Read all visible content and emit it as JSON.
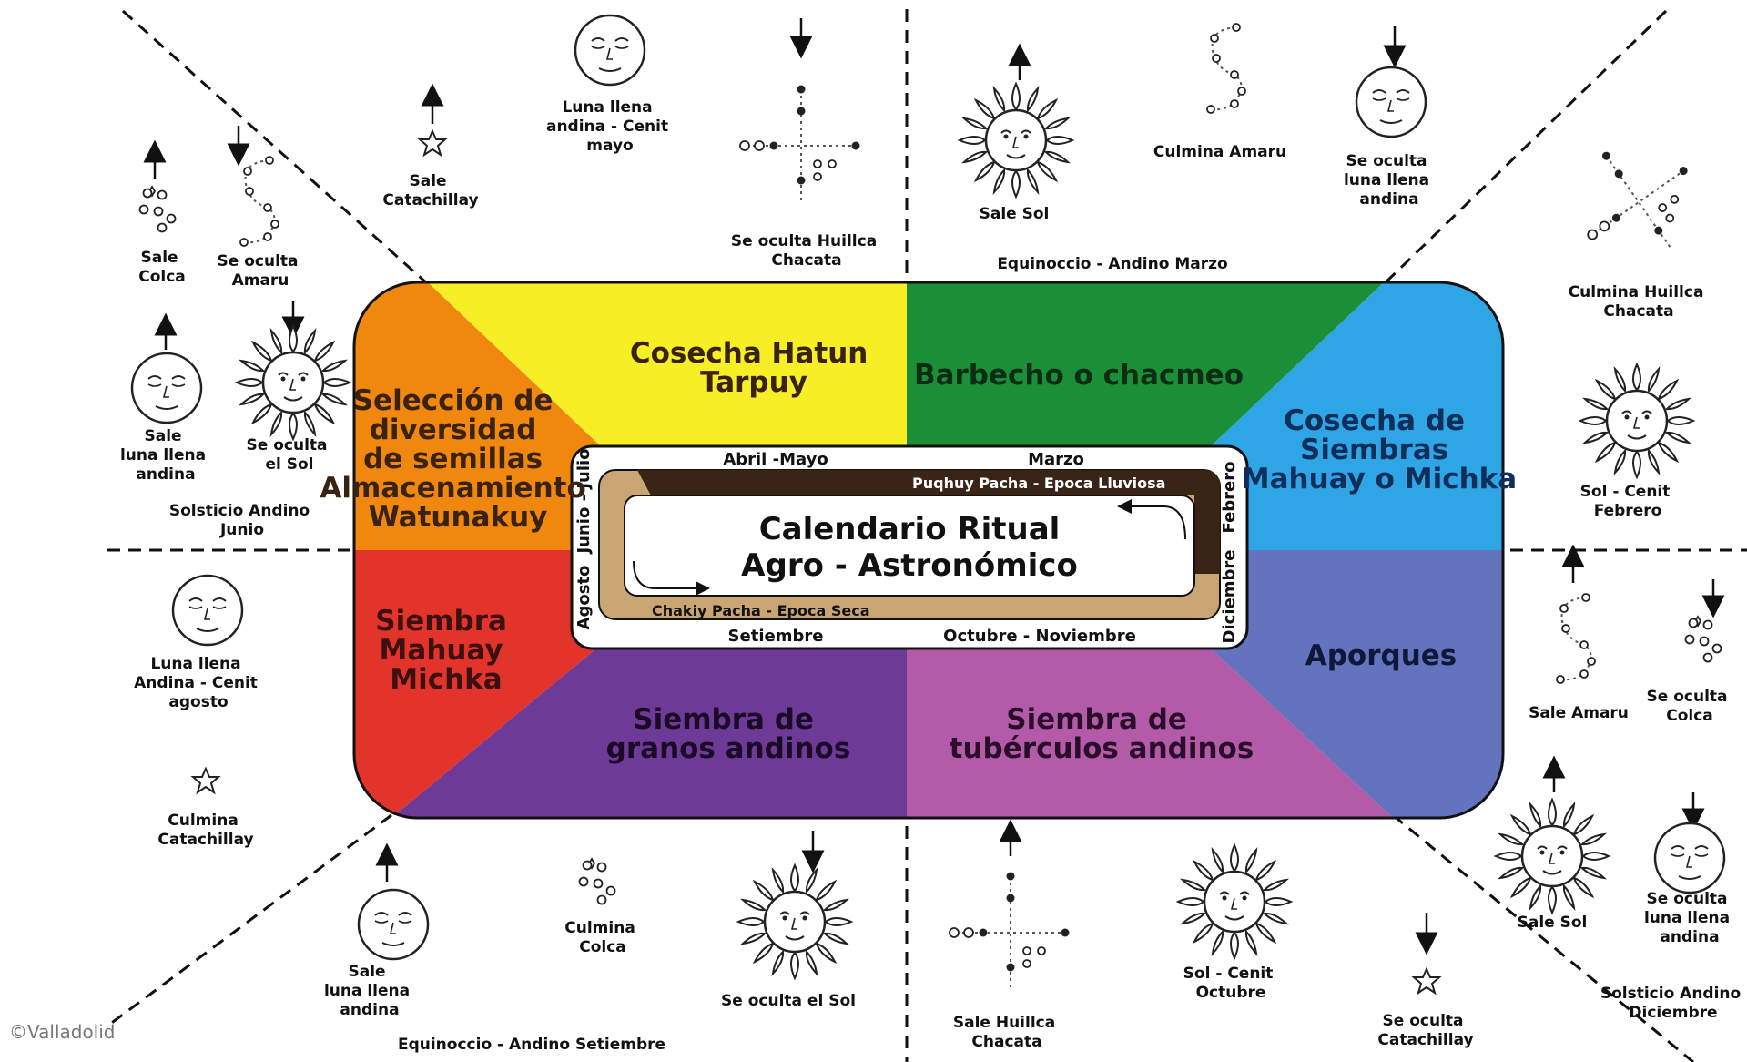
{
  "title_lines": [
    "Calendario Ritual",
    "Agro - Astronómico"
  ],
  "credit": "©Valladolid",
  "colors": {
    "orange": "#f0870f",
    "yellow": "#f7ee26",
    "green": "#1b8f38",
    "blue": "#2ea6e6",
    "red": "#e3342b",
    "purple": "#6e3a97",
    "magenta": "#b35aa8",
    "slate": "#6373bd",
    "rain_band": "#3a2416",
    "dry_band": "#c9a574"
  },
  "segments": {
    "orange": [
      "Selección de",
      "diversidad",
      "de semillas",
      "Almacenamiento",
      "Watunakuy"
    ],
    "yellow": [
      "Cosecha Hatun",
      "Tarpuy"
    ],
    "green": [
      "Barbecho o chacmeo"
    ],
    "blue": [
      "Cosecha de",
      "Siembras",
      "Mahuay o Michka"
    ],
    "red": [
      "Siembra",
      "Mahuay",
      "Michka"
    ],
    "purple": [
      "Siembra de",
      "granos andinos"
    ],
    "magenta": [
      "Siembra de",
      "tubérculos andinos"
    ],
    "slate": [
      "Aporques"
    ]
  },
  "months": {
    "top_left": "Abril -Mayo",
    "top_right": "Marzo",
    "bottom_left": "Setiembre",
    "bottom_right": "Octubre - Noviembre",
    "left_top": "Junio - Julio",
    "left_bottom": "Agosto",
    "right_top": "Febrero",
    "right_bottom": "Diciembre"
  },
  "bands": {
    "rain": "Puqhuy Pacha - Epoca Lluviosa",
    "dry": "Chakiy Pacha - Epoca Seca"
  },
  "annotations": {
    "luna_cenit_mayo": [
      "Luna llena",
      "andina - Cenit",
      "mayo"
    ],
    "sale_catachillay": [
      "Sale",
      "Catachillay"
    ],
    "oculta_huillca_top": [
      "Se oculta Huillca",
      "Chacata"
    ],
    "sale_sol_top": [
      "Sale Sol"
    ],
    "culmina_amaru": [
      "Culmina Amaru"
    ],
    "oculta_luna_top": [
      "Se oculta",
      "luna llena",
      "andina"
    ],
    "equinoccio_marzo": [
      "Equinoccio - Andino Marzo"
    ],
    "culmina_huillca": [
      "Culmina Huillca",
      "Chacata"
    ],
    "sol_cenit_febrero": [
      "Sol - Cenit",
      "Febrero"
    ],
    "sale_colca_top": [
      "Sale",
      "Colca"
    ],
    "oculta_amaru_top": [
      "Se oculta",
      "Amaru"
    ],
    "sale_luna_left": [
      "Sale",
      "luna llena",
      "andina"
    ],
    "oculta_sol_left": [
      "Se oculta",
      "el Sol"
    ],
    "solsticio_junio": [
      "Solsticio Andino",
      "Junio"
    ],
    "luna_cenit_agosto": [
      "Luna llena",
      "Andina - Cenit",
      "agosto"
    ],
    "culmina_catachillay": [
      "Culmina",
      "Catachillay"
    ],
    "sale_amaru": [
      "Sale Amaru"
    ],
    "oculta_colca_right": [
      "Se oculta",
      "Colca"
    ],
    "sale_luna_bottom": [
      "Sale",
      "luna llena",
      "andina"
    ],
    "culmina_colca": [
      "Culmina",
      "Colca"
    ],
    "oculta_sol_bottom": [
      "Se oculta el Sol"
    ],
    "equinoccio_setiembre": [
      "Equinoccio - Andino Setiembre"
    ],
    "sale_huillca": [
      "Sale Huillca",
      "Chacata"
    ],
    "sol_cenit_octubre": [
      "Sol - Cenit",
      "Octubre"
    ],
    "oculta_catachillay": [
      "Se oculta",
      "Catachillay"
    ],
    "sale_sol_right": [
      "Sale Sol"
    ],
    "oculta_luna_right": [
      "Se oculta",
      "luna llena",
      "andina"
    ],
    "solsticio_diciembre": [
      "Solsticio Andino",
      "Diciembre"
    ]
  }
}
